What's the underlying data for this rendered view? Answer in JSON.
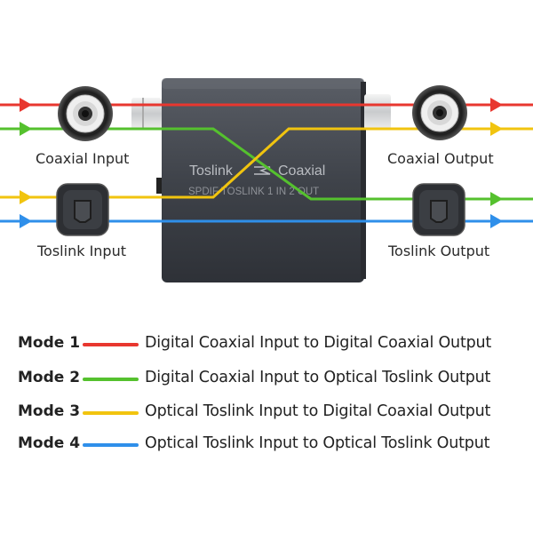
{
  "device": {
    "brand_left": "Toslink",
    "brand_right": "Coaxial",
    "subtitle": "SPDIF TOSLINK 1 IN 2 OUT"
  },
  "ports": {
    "coaxial_input": "Coaxial Input",
    "coaxial_output": "Coaxial Output",
    "toslink_input": "Toslink Input",
    "toslink_output": "Toslink Output"
  },
  "colors": {
    "red": "#e8372f",
    "green": "#55c12e",
    "yellow": "#f1c40f",
    "blue": "#2f8fea",
    "device_body": "#44484f"
  },
  "modes": [
    {
      "name": "Mode 1",
      "color": "#e8372f",
      "description": "Digital Coaxial Input to Digital Coaxial Output"
    },
    {
      "name": "Mode 2",
      "color": "#55c12e",
      "description": "Digital Coaxial Input to Optical Toslink Output"
    },
    {
      "name": "Mode 3",
      "color": "#f1c40f",
      "description": "Optical Toslink Input to Digital Coaxial Output"
    },
    {
      "name": "Mode 4",
      "color": "#2f8fea",
      "description": "Optical Toslink Input to Optical Toslink Output"
    }
  ]
}
